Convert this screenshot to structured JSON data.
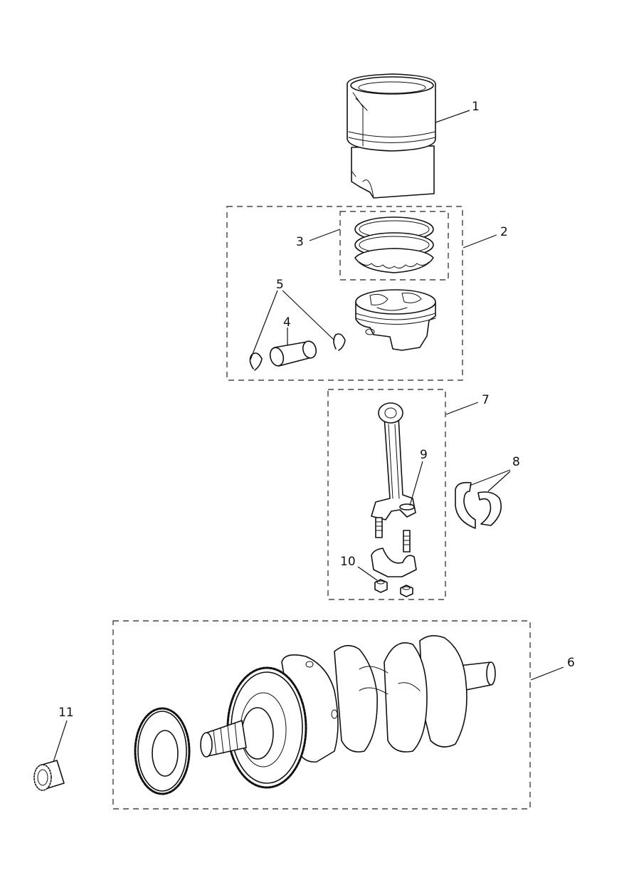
{
  "callouts": [
    {
      "id": "1",
      "label": "1"
    },
    {
      "id": "2",
      "label": "2"
    },
    {
      "id": "3",
      "label": "3"
    },
    {
      "id": "4",
      "label": "4"
    },
    {
      "id": "5",
      "label": "5"
    },
    {
      "id": "6",
      "label": "6"
    },
    {
      "id": "7",
      "label": "7"
    },
    {
      "id": "8",
      "label": "8"
    },
    {
      "id": "9",
      "label": "9"
    },
    {
      "id": "10",
      "label": "10"
    },
    {
      "id": "11",
      "label": "11"
    }
  ],
  "icons": [
    "cylinder-liner",
    "piston-rings",
    "piston",
    "gudgeon-pin",
    "circlip",
    "connecting-rod",
    "big-end-shells",
    "big-end-bolt",
    "big-end-nut",
    "crankshaft",
    "crank-gear",
    "balancer-gear",
    "sprocket-bearing"
  ]
}
